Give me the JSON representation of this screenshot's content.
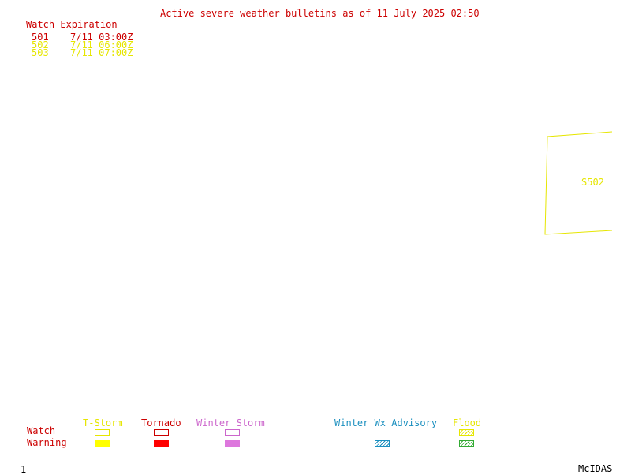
{
  "title": "Active severe weather bulletins as of 11 July 2025 02:50",
  "watch_table": {
    "header": "Watch Expiration",
    "rows": [
      {
        "id": "501",
        "expiration": "7/11 03:00Z",
        "color": "#cc0000"
      },
      {
        "id": "502",
        "expiration": "7/11 06:00Z",
        "color": "#e6e600"
      },
      {
        "id": "503",
        "expiration": "7/11 07:00Z",
        "color": "#e6e600"
      }
    ]
  },
  "map": {
    "watch_polygon": {
      "label": "S502",
      "color": "#e6e600"
    }
  },
  "legend": {
    "row_labels": {
      "watch": "Watch",
      "warning": "Warning"
    },
    "categories": [
      {
        "label": "T-Storm",
        "color": "#e6e600",
        "warning_style": "solid"
      },
      {
        "label": "Tornado",
        "color": "#ff0000",
        "watch_border": "#cc0000",
        "warning_style": "solid"
      },
      {
        "label": "Winter Storm",
        "color": "#cc66cc",
        "warning_color": "#dd77dd",
        "warning_style": "solid"
      },
      {
        "label": "Winter Wx Advisory",
        "color": "#1a8fbf",
        "warning_style": "hatched",
        "has_watch": false
      },
      {
        "label": "Flood",
        "color": "#e6e600",
        "warning_color": "#33aa33",
        "watch_style": "hatched",
        "warning_style": "hatched"
      }
    ]
  },
  "footer": {
    "page_number": "1",
    "software": "McIDAS"
  }
}
